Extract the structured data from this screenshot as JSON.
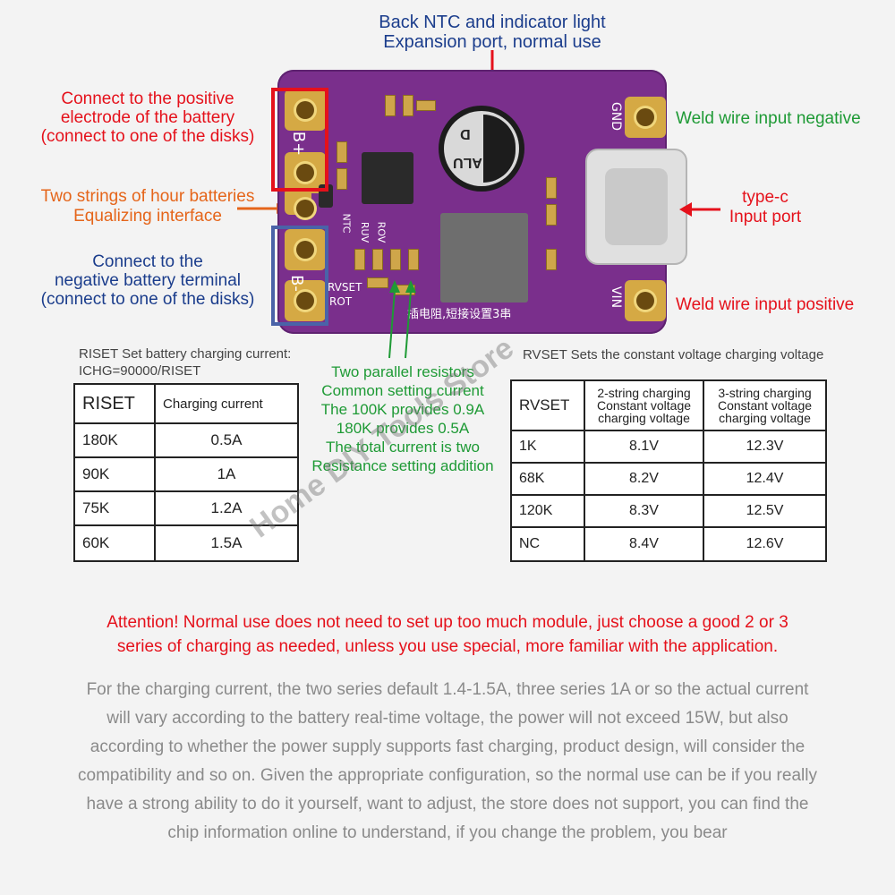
{
  "top_label": {
    "line1": "Back NTC and indicator light",
    "line2": "Expansion port, normal use"
  },
  "left_labels": {
    "positive": [
      "Connect to the positive",
      "electrode of the battery",
      "(connect to one of the disks)"
    ],
    "balance": [
      "Two strings of hour batteries",
      "Equalizing interface"
    ],
    "negative": [
      "Connect to the",
      "negative battery terminal",
      "(connect to one of the disks)"
    ]
  },
  "right_labels": {
    "weld_negative": "Weld wire input negative",
    "typec": [
      "type-c",
      "Input port"
    ],
    "weld_positive": "Weld wire input positive"
  },
  "board_silk": {
    "b_plus": "B+",
    "b_minus": "B-",
    "gnd": "GND",
    "vin": "VIN",
    "ntc": "NTC",
    "ruv": "RUV",
    "rov": "ROV",
    "rvset": "RVSET",
    "rot": "ROT",
    "cap": "ALU",
    "cap_d": "D",
    "chinese": "插电阻,短接设置3串"
  },
  "riset": {
    "title": [
      "RISET Set battery charging current:",
      "ICHG=90000/RISET"
    ],
    "headers": [
      "RISET",
      "Charging current"
    ],
    "rows": [
      [
        "180K",
        "0.5A"
      ],
      [
        "90K",
        "1A"
      ],
      [
        "75K",
        "1.2A"
      ],
      [
        "60K",
        "1.5A"
      ]
    ]
  },
  "middle_note": [
    "Two parallel resistors",
    "Common setting current",
    "The 100K provides 0.9A",
    "180K provides 0.5A",
    "The total current is two",
    "Resistance setting addition"
  ],
  "rvset": {
    "title": "RVSET Sets the constant voltage charging voltage",
    "headers": [
      "RVSET",
      "2-string charging Constant voltage charging voltage",
      "3-string charging Constant voltage charging voltage"
    ],
    "rows": [
      [
        "1K",
        "8.1V",
        "12.3V"
      ],
      [
        "68K",
        "8.2V",
        "12.4V"
      ],
      [
        "120K",
        "8.3V",
        "12.5V"
      ],
      [
        "NC",
        "8.4V",
        "12.6V"
      ]
    ]
  },
  "watermark": "Home DIY Tools Store",
  "attention": [
    "Attention! Normal use does not need to set up too much module, just choose a good 2 or 3",
    "series of charging as needed, unless you use special, more familiar with the application."
  ],
  "paragraph": [
    "For the charging current, the two series default 1.4-1.5A, three series 1A or so the actual current",
    "will vary according to the battery real-time voltage, the power will not exceed 15W, but also",
    "according to whether the power supply supports fast charging, product design, will consider the",
    "compatibility and so on. Given the appropriate configuration, so the normal use can be if you really",
    "have a strong ability to do it yourself, want to adjust, the store does not support, you can find the",
    "chip information online to understand, if you change the problem, you bear"
  ],
  "colors": {
    "board": "#7a2f8c",
    "red": "#e5111b",
    "blue": "#1b3d8c",
    "green": "#1e9a35",
    "orange": "#e5651a",
    "pad": "#d5a944"
  }
}
